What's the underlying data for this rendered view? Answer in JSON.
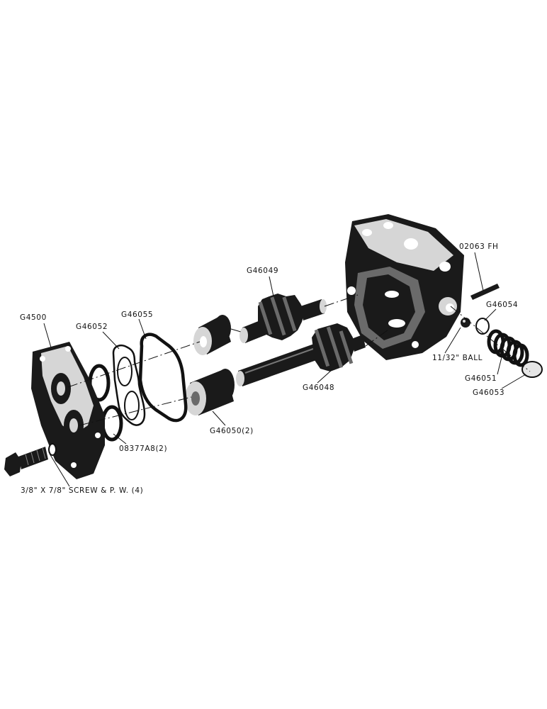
{
  "labels": {
    "cover": "G4500",
    "gasket": "G46052",
    "o_ring": "G46055",
    "drive_gear": "G46049",
    "idler_gear": "G46048",
    "bushings": "G46050(2)",
    "seals": "08377A8(2)",
    "screws": "3/8\" X 7/8\" SCREW & P. W. (4)",
    "pin": "02063 FH",
    "washer": "G46054",
    "ball": "11/32\" BALL",
    "spring": "G46051",
    "plug": "G46053"
  }
}
